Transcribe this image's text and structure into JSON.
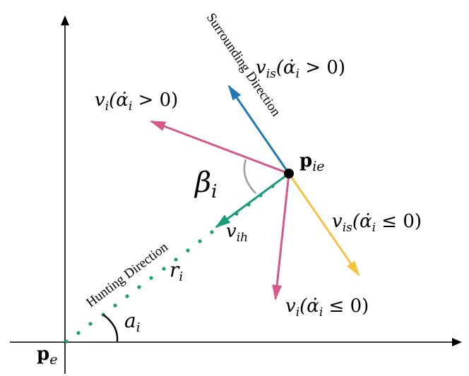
{
  "diagram": {
    "labels": {
      "pe": "p",
      "pe_sub": "e",
      "pie": "p",
      "pie_sub": "ie",
      "beta": "β",
      "beta_sub": "i",
      "r": "r",
      "r_sub": "i",
      "a": "a",
      "a_sub": "i",
      "vih": "v",
      "vih_sub": "ih",
      "vis_pos": "v",
      "vis_pos_sub": "is",
      "vis_pos_cond": "(α̇",
      "vis_pos_cond_sub": "i",
      "vis_pos_rel": " > 0)",
      "vi_pos": "v",
      "vi_pos_sub": "i",
      "vi_pos_cond": "(α̇",
      "vi_pos_cond_sub": "i",
      "vi_pos_rel": " > 0)",
      "vis_neg": "v",
      "vis_neg_sub": "is",
      "vis_neg_cond": "(α̇",
      "vis_neg_cond_sub": "i",
      "vis_neg_rel": " ≤ 0)",
      "vi_neg": "v",
      "vi_neg_sub": "i",
      "vi_neg_cond": "(α̇",
      "vi_neg_cond_sub": "i",
      "vi_neg_rel": " ≤ 0)",
      "surrounding_direction": "Surrounding Direction",
      "hunting_direction": "Hunting Direction"
    },
    "colors": {
      "axis": "#000000",
      "pink": "#d6578a",
      "blue": "#1f77b4",
      "yellow": "#f5c242",
      "teal": "#1a9c7a",
      "gray": "#a0a0a0"
    }
  }
}
